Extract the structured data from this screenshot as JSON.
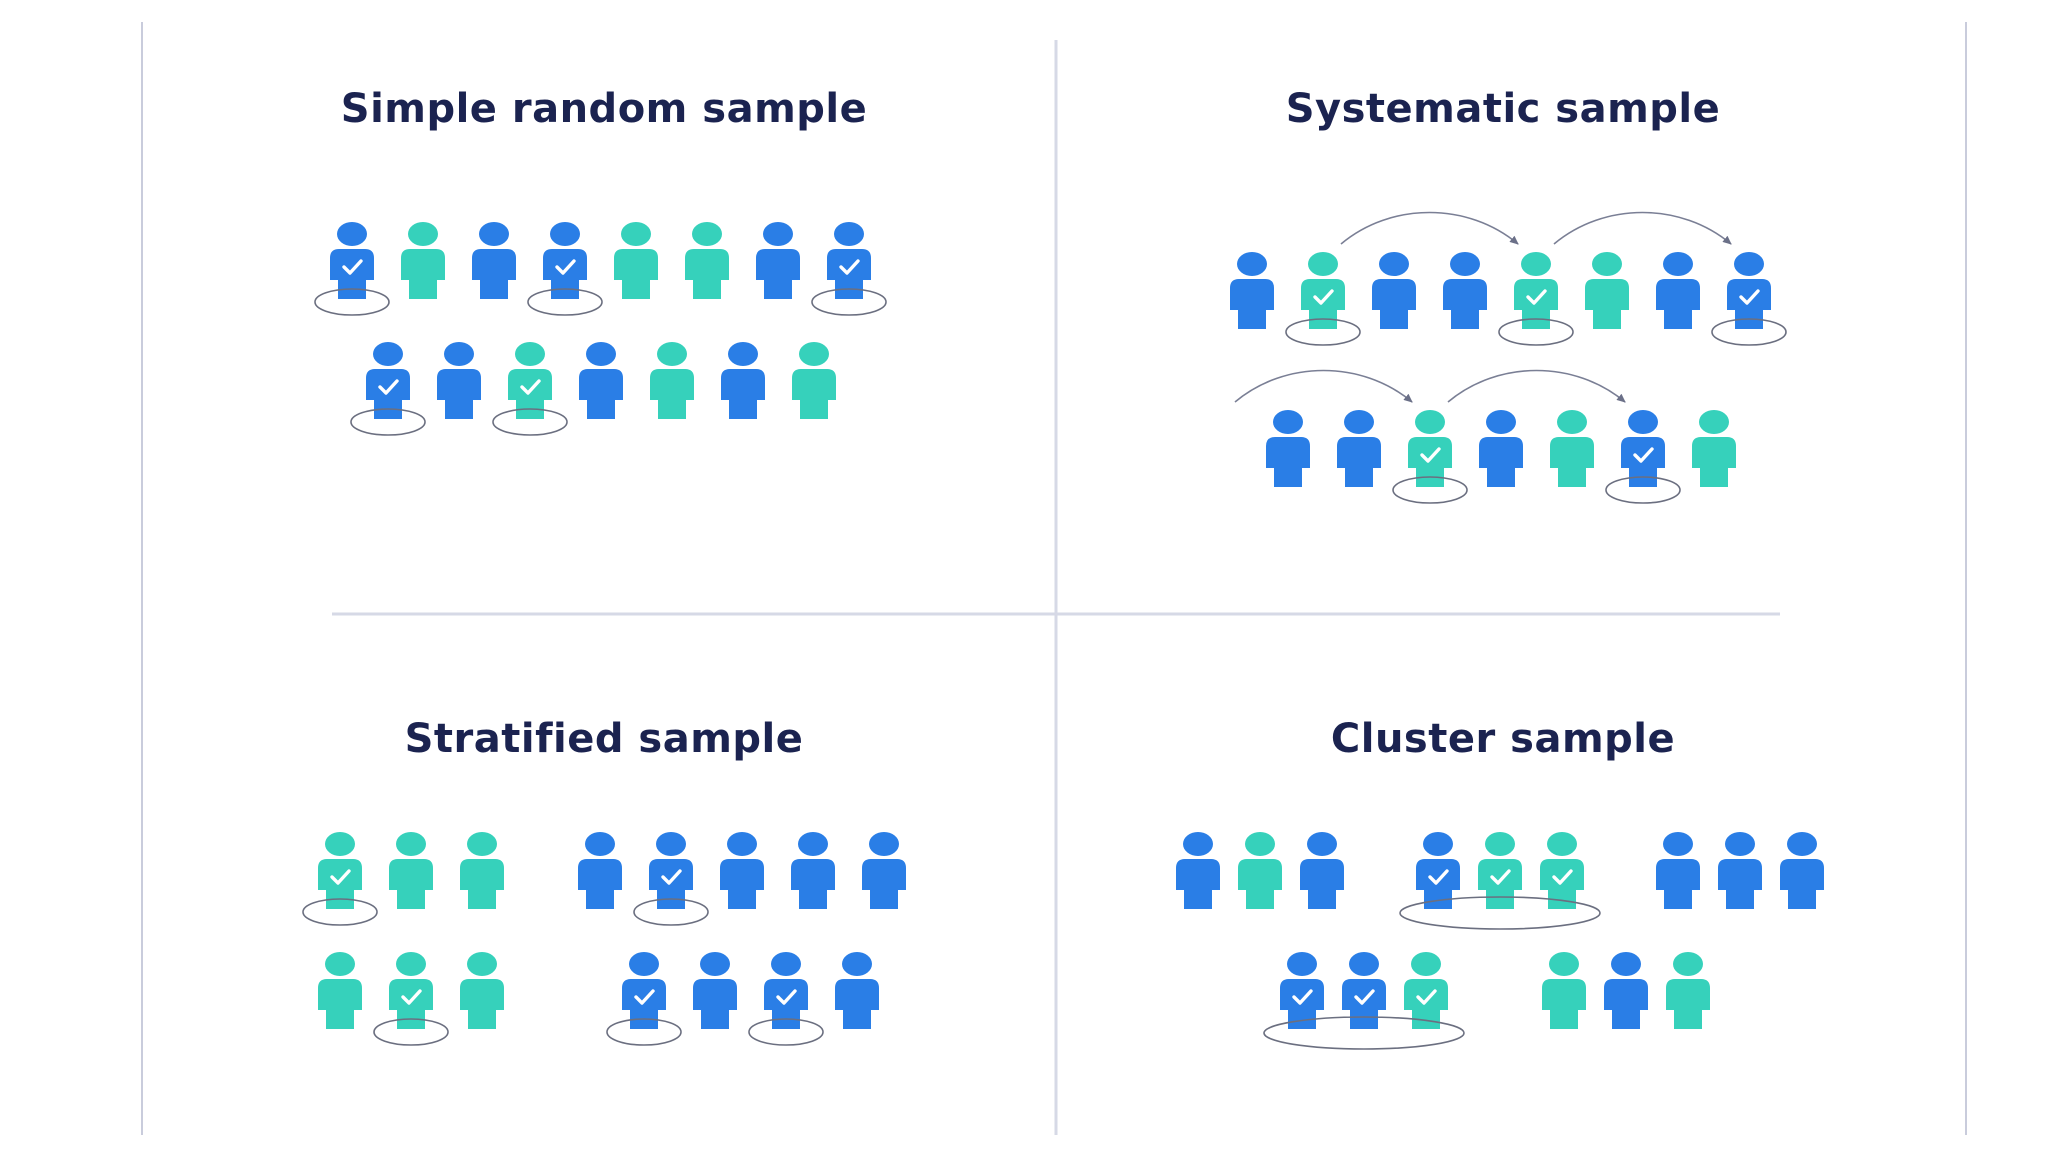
{
  "colors": {
    "blue": "#2a7ee6",
    "teal": "#36d1bb",
    "title": "#1b2350",
    "frame": "#c9ccdc",
    "divider": "#d6d9e6"
  },
  "quadrants": [
    {
      "id": "simple-random",
      "title": "Simple random sample",
      "method": "random",
      "rows": [
        {
          "people": [
            {
              "color": "blue",
              "selected": true
            },
            {
              "color": "teal",
              "selected": false
            },
            {
              "color": "blue",
              "selected": false
            },
            {
              "color": "blue",
              "selected": true
            },
            {
              "color": "teal",
              "selected": false
            },
            {
              "color": "teal",
              "selected": false
            },
            {
              "color": "blue",
              "selected": false
            },
            {
              "color": "blue",
              "selected": true
            }
          ]
        },
        {
          "people": [
            {
              "color": "blue",
              "selected": true
            },
            {
              "color": "blue",
              "selected": false
            },
            {
              "color": "teal",
              "selected": true
            },
            {
              "color": "blue",
              "selected": false
            },
            {
              "color": "teal",
              "selected": false
            },
            {
              "color": "blue",
              "selected": false
            },
            {
              "color": "teal",
              "selected": false
            }
          ]
        }
      ]
    },
    {
      "id": "systematic",
      "title": "Systematic sample",
      "method": "systematic",
      "rows": [
        {
          "people": [
            {
              "color": "blue",
              "selected": false
            },
            {
              "color": "teal",
              "selected": true
            },
            {
              "color": "blue",
              "selected": false
            },
            {
              "color": "blue",
              "selected": false
            },
            {
              "color": "teal",
              "selected": true
            },
            {
              "color": "teal",
              "selected": false
            },
            {
              "color": "blue",
              "selected": false
            },
            {
              "color": "blue",
              "selected": true
            }
          ],
          "arcs": [
            [
              1,
              4
            ],
            [
              4,
              7
            ]
          ]
        },
        {
          "people": [
            {
              "color": "blue",
              "selected": false
            },
            {
              "color": "blue",
              "selected": false
            },
            {
              "color": "teal",
              "selected": true
            },
            {
              "color": "blue",
              "selected": false
            },
            {
              "color": "teal",
              "selected": false
            },
            {
              "color": "blue",
              "selected": true
            },
            {
              "color": "teal",
              "selected": false
            }
          ],
          "arcs": [
            [
              -1,
              2
            ],
            [
              2,
              5
            ]
          ]
        }
      ]
    },
    {
      "id": "stratified",
      "title": "Stratified sample",
      "method": "stratified",
      "strata": [
        {
          "rows": [
            {
              "people": [
                {
                  "color": "teal",
                  "selected": true
                },
                {
                  "color": "teal",
                  "selected": false
                },
                {
                  "color": "teal",
                  "selected": false
                }
              ]
            },
            {
              "people": [
                {
                  "color": "teal",
                  "selected": false
                },
                {
                  "color": "teal",
                  "selected": true
                },
                {
                  "color": "teal",
                  "selected": false
                }
              ]
            }
          ]
        },
        {
          "rows": [
            {
              "people": [
                {
                  "color": "blue",
                  "selected": false
                },
                {
                  "color": "blue",
                  "selected": true
                },
                {
                  "color": "blue",
                  "selected": false
                },
                {
                  "color": "blue",
                  "selected": false
                },
                {
                  "color": "blue",
                  "selected": false
                }
              ]
            },
            {
              "people": [
                {
                  "color": "blue",
                  "selected": true
                },
                {
                  "color": "blue",
                  "selected": false
                },
                {
                  "color": "blue",
                  "selected": true
                },
                {
                  "color": "blue",
                  "selected": false
                }
              ]
            }
          ]
        }
      ]
    },
    {
      "id": "cluster",
      "title": "Cluster sample",
      "method": "cluster",
      "clusters": [
        {
          "row": 0,
          "selected": false,
          "people": [
            "blue",
            "teal",
            "blue"
          ]
        },
        {
          "row": 0,
          "selected": true,
          "people": [
            "blue",
            "teal",
            "teal"
          ]
        },
        {
          "row": 0,
          "selected": false,
          "people": [
            "blue",
            "blue",
            "blue"
          ]
        },
        {
          "row": 1,
          "selected": true,
          "people": [
            "blue",
            "blue",
            "teal"
          ]
        },
        {
          "row": 1,
          "selected": false,
          "people": [
            "teal",
            "blue",
            "teal"
          ]
        }
      ]
    }
  ]
}
